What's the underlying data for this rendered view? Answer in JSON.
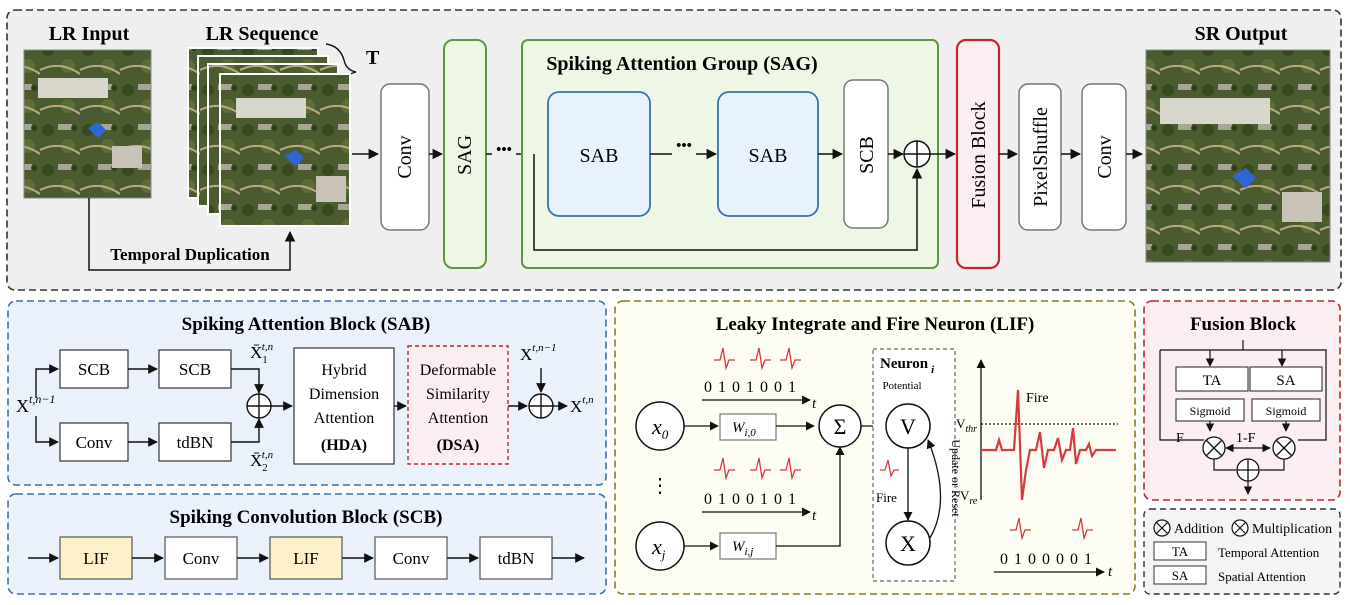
{
  "top": {
    "lr_input": "LR Input",
    "lr_sequence": "LR Sequence",
    "t_label": "T",
    "conv": "Conv",
    "sag": "SAG",
    "ellipsis": "•••",
    "sag_group_title": "Spiking Attention Group (SAG)",
    "sab1": "SAB",
    "sab2": "SAB",
    "scb": "SCB",
    "fusion_block": "Fusion Block",
    "pixelshuffle": "PixelShuffle",
    "conv_out": "Conv",
    "sr_output": "SR Output",
    "temporal_duplication": "Temporal Duplication"
  },
  "sab_panel": {
    "title": "Spiking Attention Block (SAB)",
    "scb_a": "SCB",
    "scb_b": "SCB",
    "conv": "Conv",
    "tdbn": "tdBN",
    "xin": "X",
    "xin_sup": "t,n−1",
    "x1": "X̄",
    "x1_sub": "1",
    "x1_sup": "t,n",
    "x2": "X̄",
    "x2_sub": "2",
    "x2_sup": "t,n",
    "hda_1": "Hybrid",
    "hda_2": "Dimension",
    "hda_3": "Attention",
    "hda_4": "(HDA)",
    "dsa_1": "Deformable",
    "dsa_2": "Similarity",
    "dsa_3": "Attention",
    "dsa_4": "(DSA)",
    "xres": "X",
    "xres_sup": "t,n−1",
    "xout": "X",
    "xout_sup": "t,n"
  },
  "scb_panel": {
    "title": "Spiking Convolution Block (SCB)",
    "lif1": "LIF",
    "conv1": "Conv",
    "lif2": "LIF",
    "conv2": "Conv",
    "tdbn": "tdBN"
  },
  "lif_panel": {
    "title": "Leaky Integrate and Fire Neuron (LIF)",
    "x0": "x",
    "x0_sub": "0",
    "xj": "x",
    "xj_sub": "j",
    "w0": "W",
    "w0_sub": "i,0",
    "wj": "W",
    "wj_sub": "i,j",
    "bits0": "0 1 0 1 0 0 1",
    "bitsj": "0 1 0 0 1 0 1",
    "bits_out": "0 1 0 0 0 0 1",
    "t": "t",
    "sigma": "Σ",
    "neuron": "Neuron",
    "neuron_sub": "i",
    "potential": "Potential",
    "v": "V",
    "x": "X",
    "fire_left": "Fire",
    "update": "Update or Reset",
    "fire_top": "Fire",
    "vthr": "V",
    "vthr_sub": "thr",
    "vre": "V",
    "vre_sub": "re",
    "vdots": "⋮"
  },
  "fusion_panel": {
    "title": "Fusion Block",
    "ta": "TA",
    "sa": "SA",
    "sig1": "Sigmoid",
    "sig2": "Sigmoid",
    "f": "F",
    "one_minus_f": "1-F"
  },
  "legend": {
    "addition": "Addition",
    "multiplication": "Multiplication",
    "ta": "TA",
    "ta_desc": "Temporal Attention",
    "sa": "SA",
    "sa_desc": "Spatial Attention"
  },
  "colors": {
    "green_border": "#5b9a3b",
    "green_fill": "#eef6e6",
    "red_border": "#c0262d",
    "blue_border": "#3a6fb0",
    "blue_fill": "#e8f2fc",
    "lif_fill": "#fdf1cc",
    "spike_red": "#d63a3a",
    "panel_blue_bg": "#eaf1fa",
    "panel_yellow_bg": "#fdfdf4",
    "panel_pink_bg": "#fbeef0"
  }
}
